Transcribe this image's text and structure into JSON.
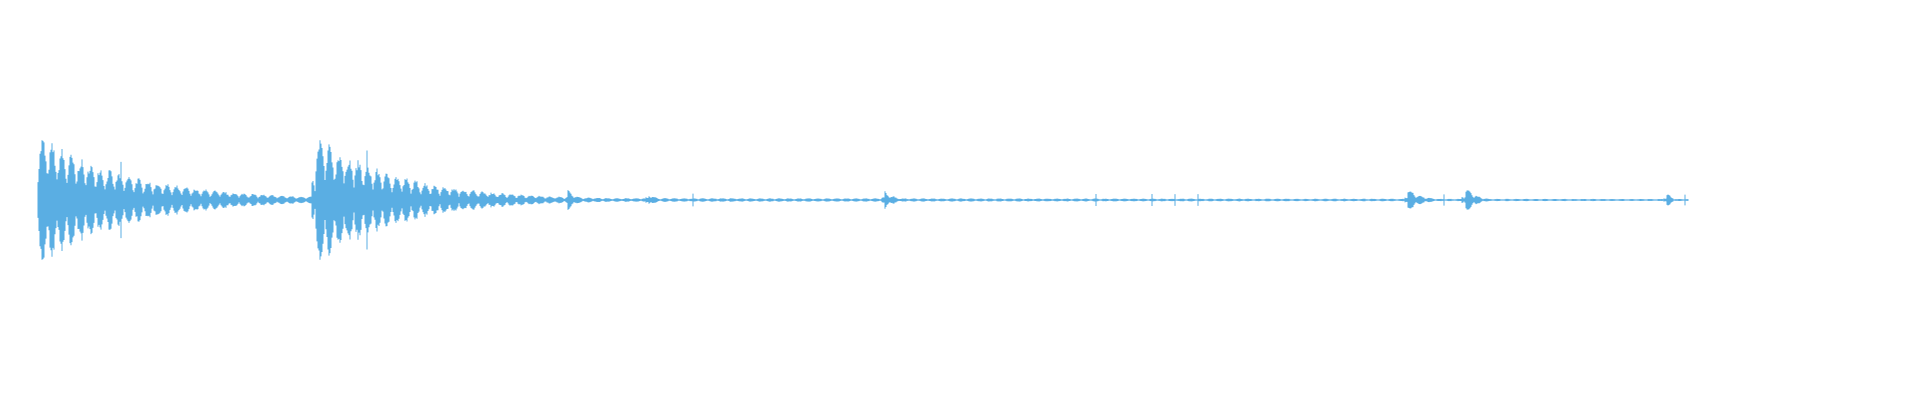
{
  "waveform": {
    "color": "#5aaee3",
    "background": "#ffffff",
    "transients": [
      {
        "t": 0.0,
        "peak": 1.0,
        "decay": 0.055,
        "ring": 0.095
      },
      {
        "t": 0.168,
        "peak": 1.0,
        "decay": 0.05,
        "ring": 0.08
      },
      {
        "t": 0.321,
        "peak": 0.16,
        "decay": 0.006,
        "ring": 0.012
      },
      {
        "t": 0.37,
        "peak": 0.12,
        "decay": 0.004,
        "ring": 0.01
      },
      {
        "t": 0.513,
        "peak": 0.14,
        "decay": 0.006,
        "ring": 0.012
      },
      {
        "t": 0.83,
        "peak": 0.18,
        "decay": 0.008,
        "ring": 0.014
      },
      {
        "t": 0.865,
        "peak": 0.22,
        "decay": 0.006,
        "ring": 0.01
      },
      {
        "t": 0.987,
        "peak": 0.13,
        "decay": 0.003,
        "ring": 0.008
      }
    ],
    "extent": 1.0,
    "floor": 0.035,
    "pulse_period": 0.0058
  }
}
